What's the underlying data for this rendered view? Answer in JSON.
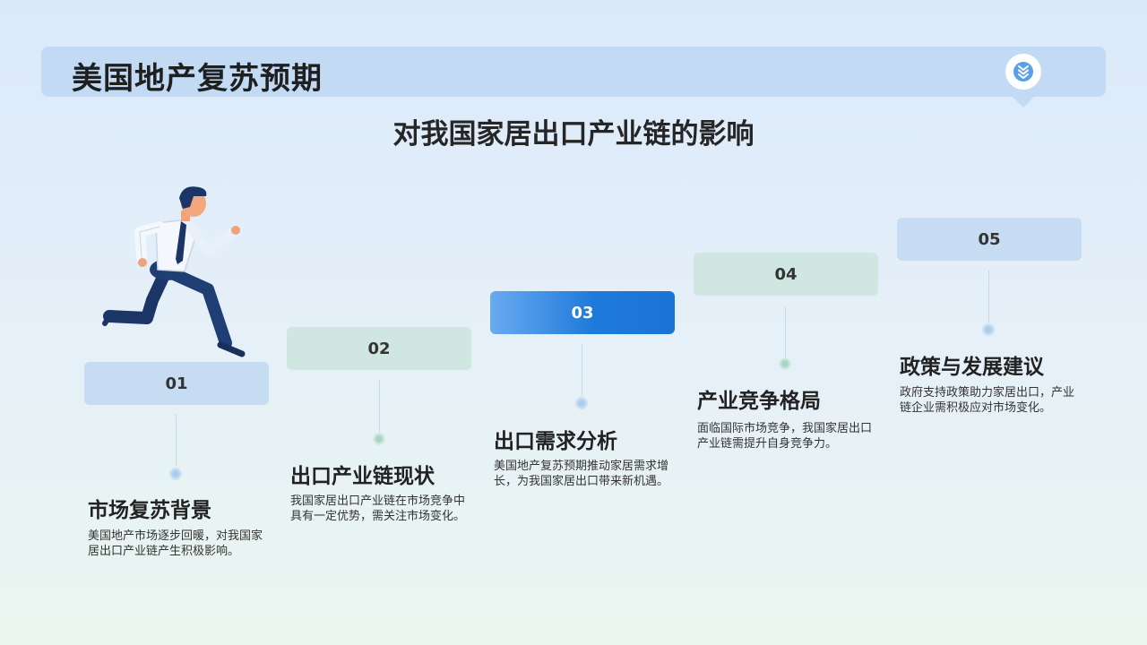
{
  "header": {
    "title": "美国地产复苏预期",
    "badge_icon": "double-chevron-down-icon"
  },
  "subtitle": "对我国家居出口产业链的影响",
  "steps": [
    {
      "num": "01",
      "heading": "市场复苏背景",
      "desc": "美国地产市场逐步回暖，对我国家居出口产业链产生积极影响。"
    },
    {
      "num": "02",
      "heading": "出口产业链现状",
      "desc": "我国家居出口产业链在市场竞争中具有一定优势，需关注市场变化。"
    },
    {
      "num": "03",
      "heading": "出口需求分析",
      "desc": "美国地产复苏预期推动家居需求增长，为我国家居出口带来新机遇。"
    },
    {
      "num": "04",
      "heading": "产业竞争格局",
      "desc": "面临国际市场竞争，我国家居出口产业链需提升自身竞争力。"
    },
    {
      "num": "05",
      "heading": "政策与发展建议",
      "desc": "政府支持政策助力家居出口，产业链企业需积极应对市场变化。"
    }
  ],
  "colors": {
    "accent": "#1f7bdb",
    "step_blue": "#c5dcf2",
    "step_green": "#cfe7e0"
  }
}
